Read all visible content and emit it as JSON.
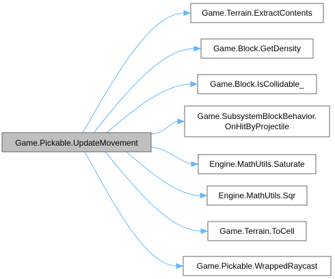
{
  "diagram": {
    "type": "call-graph",
    "source": {
      "label": "Game.Pickable.UpdateMovement"
    },
    "targets": [
      {
        "lines": [
          "Game.Terrain.ExtractContents"
        ]
      },
      {
        "lines": [
          "Game.Block.GetDensity"
        ]
      },
      {
        "lines": [
          "Game.Block.IsCollidable_"
        ]
      },
      {
        "lines": [
          "Game.SubsystemBlockBehavior.",
          "OnHitByProjectile"
        ]
      },
      {
        "lines": [
          "Engine.MathUtils.Saturate"
        ]
      },
      {
        "lines": [
          "Engine.MathUtils.Sqr"
        ]
      },
      {
        "lines": [
          "Game.Terrain.ToCell"
        ]
      },
      {
        "lines": [
          "Game.Pickable.WrappedRaycast"
        ]
      }
    ],
    "colors": {
      "edge": "#63b8ff",
      "node_border": "#666666",
      "source_fill": "#bfbfbf",
      "target_fill": "#ffffff"
    }
  }
}
